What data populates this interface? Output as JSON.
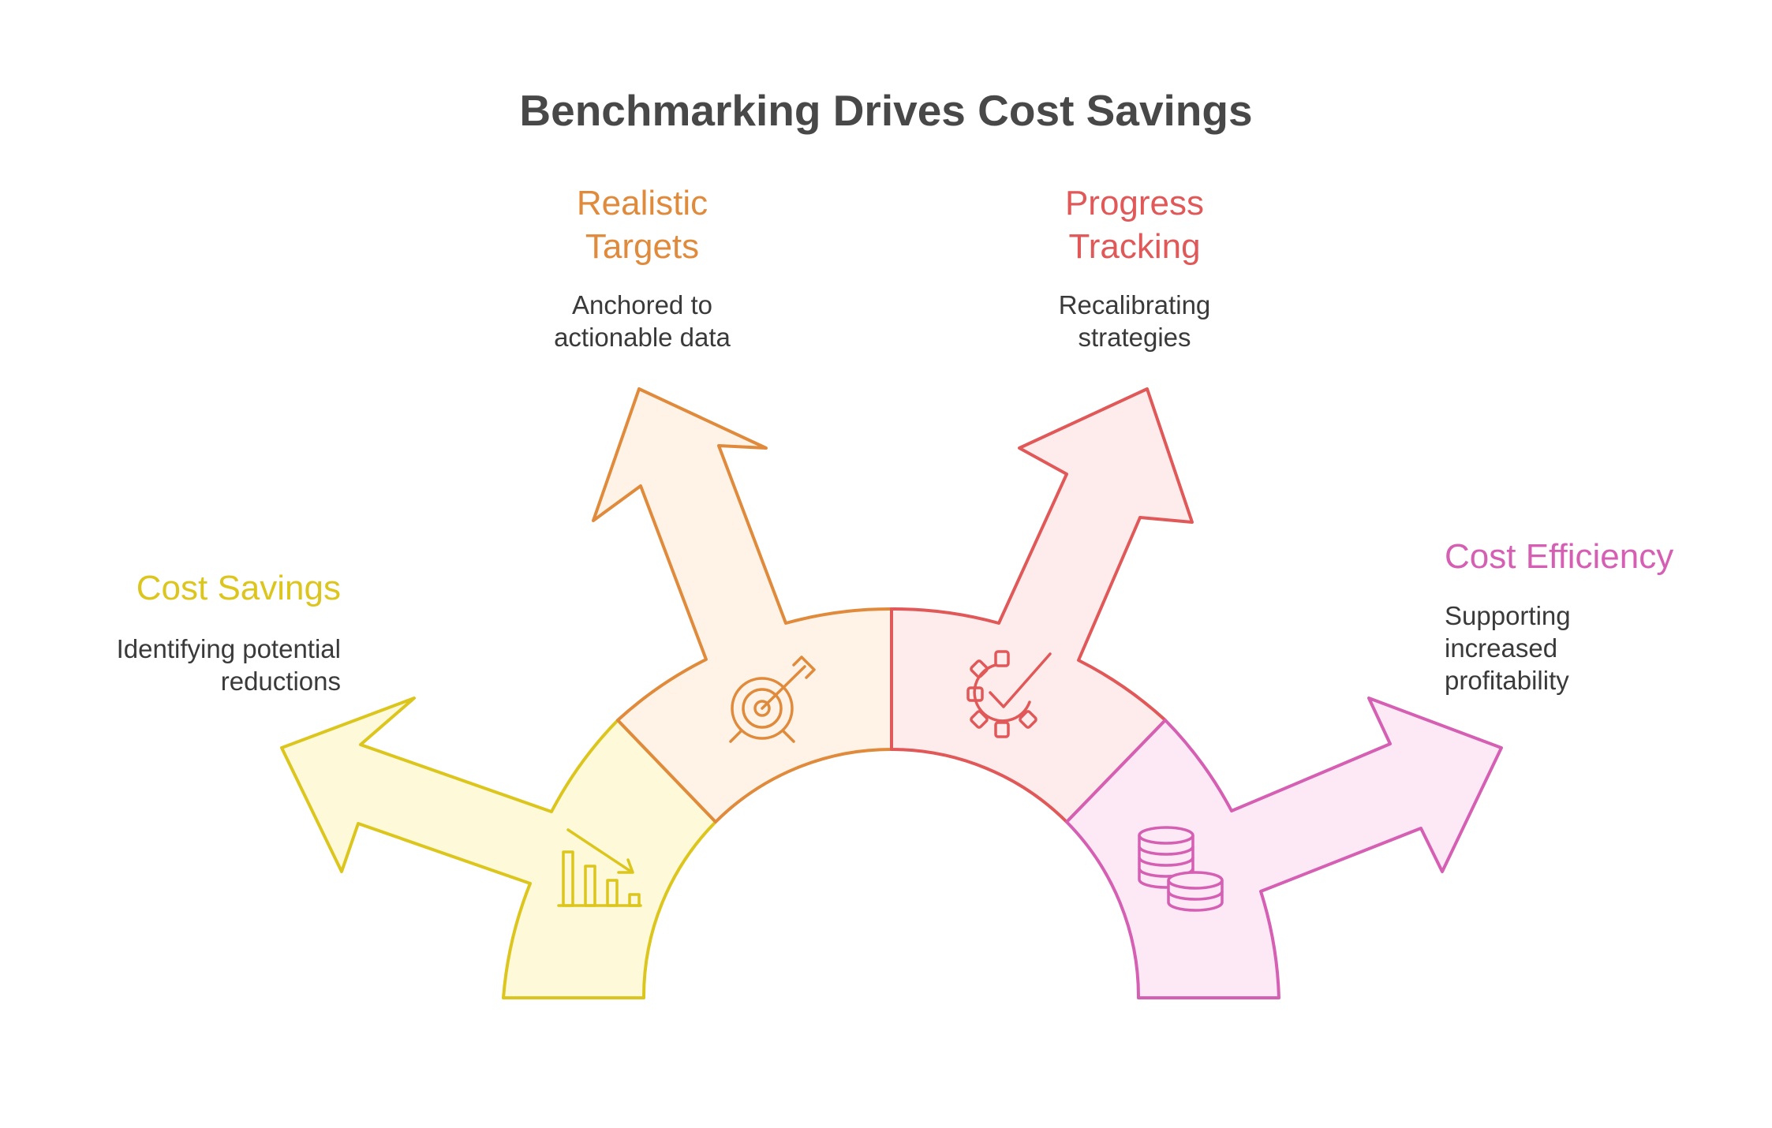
{
  "title": "Benchmarking Drives Cost Savings",
  "colors": {
    "cost_savings": "#dcc61d",
    "realistic_targets": "#e08a3c",
    "progress_tracking": "#e05858",
    "cost_efficiency": "#d55fb3"
  },
  "items": [
    {
      "heading": "Cost Savings",
      "description": "Identifying potential reductions",
      "icon": "bar-chart-down-icon"
    },
    {
      "heading": "Realistic Targets",
      "description": "Anchored to actionable data",
      "icon": "target-icon"
    },
    {
      "heading": "Progress Tracking",
      "description": "Recalibrating strategies",
      "icon": "gear-check-icon"
    },
    {
      "heading": "Cost Efficiency",
      "description": "Supporting increased profitability",
      "icon": "coins-icon"
    }
  ]
}
